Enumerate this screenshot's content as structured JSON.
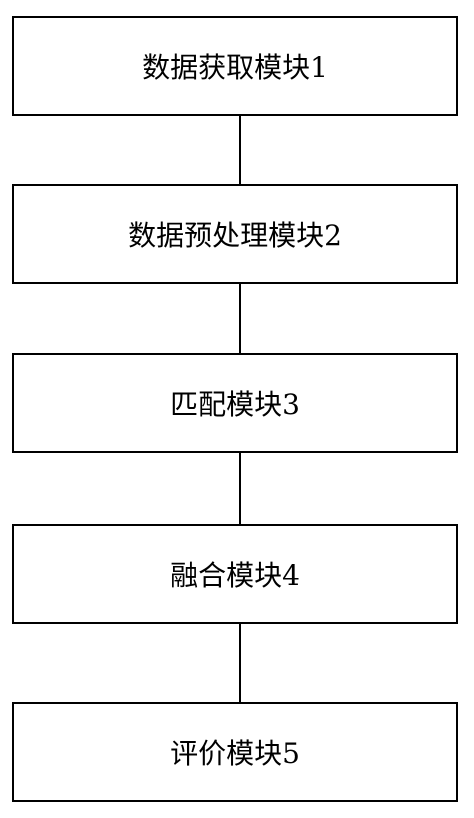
{
  "diagram": {
    "modules": [
      {
        "label": "数据获取模块1"
      },
      {
        "label": "数据预处理模块2"
      },
      {
        "label": "匹配模块3"
      },
      {
        "label": "融合模块4"
      },
      {
        "label": "评价模块5"
      }
    ],
    "connections": [
      {
        "from": "数据获取模块1",
        "to": "数据预处理模块2"
      },
      {
        "from": "数据预处理模块2",
        "to": "匹配模块3"
      },
      {
        "from": "匹配模块3",
        "to": "融合模块4"
      },
      {
        "from": "融合模块4",
        "to": "评价模块5"
      }
    ]
  }
}
